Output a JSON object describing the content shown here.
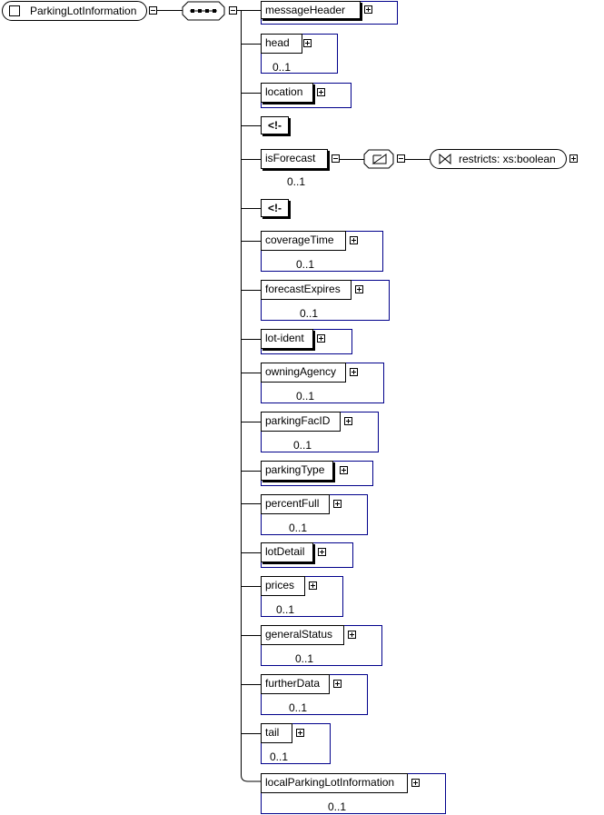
{
  "root": {
    "label": "ParkingLotInformation"
  },
  "isforecast_type": {
    "restricts_label": "restricts: xs:boolean"
  },
  "elements": [
    {
      "label": "messageHeader",
      "card": ""
    },
    {
      "label": "head",
      "card": "0..1"
    },
    {
      "label": "location",
      "card": ""
    },
    {
      "label": "isForecast",
      "card": "0..1"
    },
    {
      "label": "coverageTime",
      "card": "0..1"
    },
    {
      "label": "forecastExpires",
      "card": "0..1"
    },
    {
      "label": "lot-ident",
      "card": ""
    },
    {
      "label": "owningAgency",
      "card": "0..1"
    },
    {
      "label": "parkingFacID",
      "card": "0..1"
    },
    {
      "label": "parkingType",
      "card": ""
    },
    {
      "label": "percentFull",
      "card": "0..1"
    },
    {
      "label": "lotDetail",
      "card": ""
    },
    {
      "label": "prices",
      "card": "0..1"
    },
    {
      "label": "generalStatus",
      "card": "0..1"
    },
    {
      "label": "furtherData",
      "card": "0..1"
    },
    {
      "label": "tail",
      "card": "0..1"
    },
    {
      "label": "localParkingLotInformation",
      "card": "0..1"
    }
  ],
  "comments": [
    {
      "label": "<!-"
    },
    {
      "label": "<!-"
    }
  ]
}
